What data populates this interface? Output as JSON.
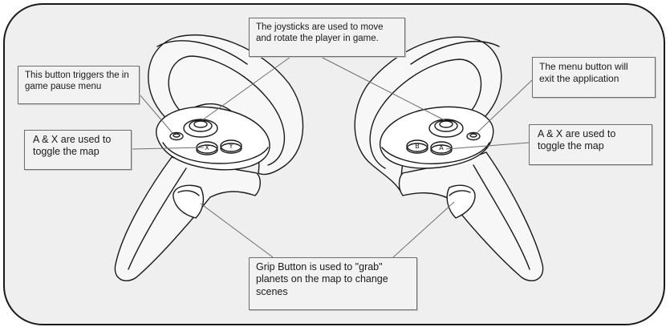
{
  "background_color": "#efefef",
  "outline_color": "#1a1a1a",
  "callouts": {
    "joystick": "The joysticks are used to move\nand rotate the player in game.",
    "pause_menu": "This button triggers the in\ngame pause menu",
    "menu_button": "The menu button will\nexit the application",
    "ax_left": "A & X are used to\ntoggle the map",
    "ax_right": "A & X are used to\ntoggle the map",
    "grip": "Grip Button is used to \"grab\"\nplanets on the map to change\nscenes"
  },
  "controller_buttons": {
    "left_face": [
      "Y",
      "X"
    ],
    "right_face": [
      "B",
      "A"
    ]
  }
}
